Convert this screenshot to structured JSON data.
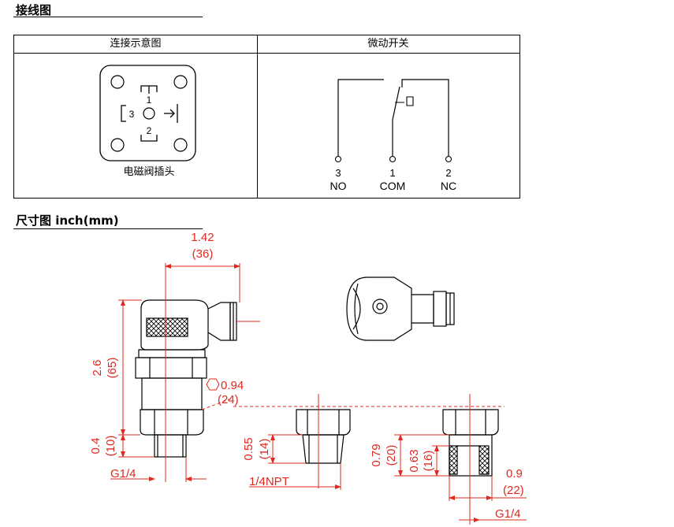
{
  "wiring": {
    "title": "接线图",
    "col1_header": "连接示意图",
    "col2_header": "微动开关",
    "connector_caption": "电磁阀插头",
    "pin_1": "1",
    "pin_2": "2",
    "pin_3": "3",
    "terminals": [
      {
        "number": "3",
        "label": "NO"
      },
      {
        "number": "1",
        "label": "COM"
      },
      {
        "number": "2",
        "label": "NC"
      }
    ]
  },
  "dimensions": {
    "title": "尺寸图 inch(mm)",
    "width_in": "1.42",
    "width_mm": "(36)",
    "height_in": "2.6",
    "height_mm": "(65)",
    "hex_in": "0.94",
    "hex_mm": "(24)",
    "thread_len_in": "0.4",
    "thread_len_mm": "(10)",
    "thread_left": "G1/4",
    "npt_len_in": "0.55",
    "npt_len_mm": "(14)",
    "npt_thread": "1/4NPT",
    "female_outer_in": "0.79",
    "female_outer_mm": "(20)",
    "female_inner_in": "0.63",
    "female_inner_mm": "(16)",
    "female_width_in": "0.9",
    "female_width_mm": "(22)",
    "thread_right": "G1/4"
  },
  "colors": {
    "dimension": "#e0281e",
    "line": "#000000"
  }
}
